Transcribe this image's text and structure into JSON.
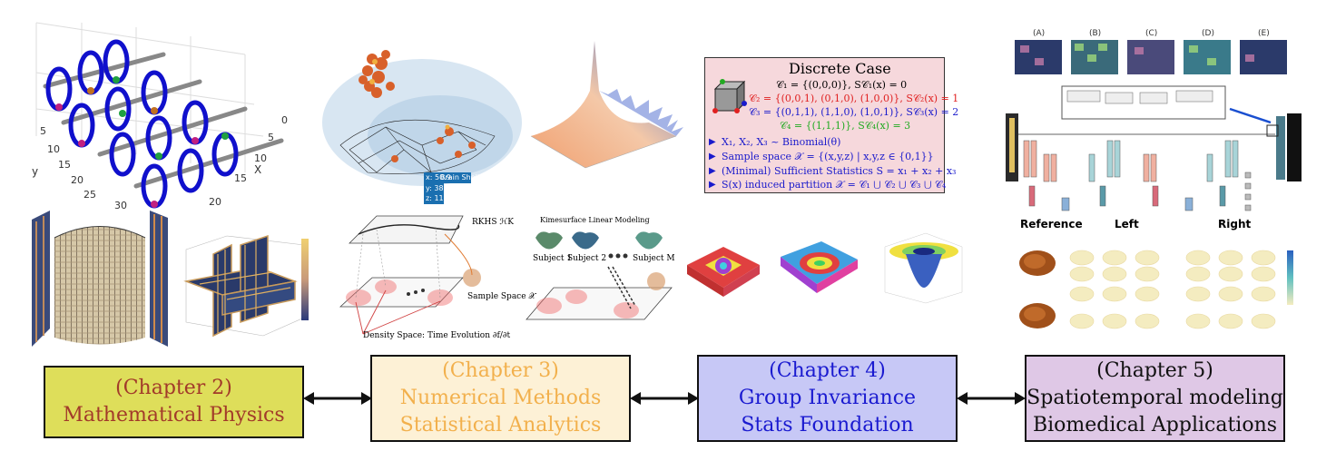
{
  "chapters": [
    {
      "line1": "(Chapter 2)",
      "line2": "Mathematical Physics",
      "line3": "",
      "bg": "#dede5a",
      "color": "#a23a2a"
    },
    {
      "line1": "(Chapter 3)",
      "line2": "Numerical Methods",
      "line3": "Statistical Analytics",
      "bg": "#fdf1d6",
      "color": "#f2b04c"
    },
    {
      "line1": "(Chapter 4)",
      "line2": "Group Invariance",
      "line3": "Stats Foundation",
      "bg": "#c7c8f6",
      "color": "#1a1ad0"
    },
    {
      "line1": "(Chapter 5)",
      "line2": "Spatiotemporal modeling",
      "line3": "Biomedical Applications",
      "bg": "#dfc8e6",
      "color": "#111111"
    }
  ],
  "panel1": {
    "xlabel": "X",
    "ylabel": "y",
    "yticks": [
      "5",
      "10",
      "15",
      "20",
      "25",
      "30"
    ],
    "xticks": [
      "0",
      "5",
      "10",
      "15",
      "20"
    ]
  },
  "panel2": {
    "tooltip": [
      "x: 50.9",
      "y: 38",
      "z: 11"
    ],
    "tooltip_title": "Brain Shell"
  },
  "discrete": {
    "title": "Discrete Case",
    "c1": "𝒞₁ = {(0,0,0)}, S𝒞₁(x) = 0",
    "c2": "𝒞₂ = {(0,0,1), (0,1,0), (1,0,0)}, S𝒞₂(x) = 1",
    "c3": "𝒞₃ = {(0,1,1), (1,1,0), (1,0,1)}, S𝒞₃(x) = 2",
    "c4": "𝒞₄ = {(1,1,1)}, S𝒞₄(x) = 3",
    "b1": "X₁, X₂, X₃ ~ Binomial(θ)",
    "b2": "Sample space 𝒳 = {(x,y,z) | x,y,z ∈ {0,1}}",
    "b3": "(Minimal) Sufficient Statistics S = x₁ + x₂ + x₃",
    "b4": "S(x) induced partition 𝒳 = 𝒞₁ ⋃ 𝒞₂ ⋃ 𝒞₃ ⋃ 𝒞₄",
    "c2color": "#e02020",
    "c3color": "#1a1acc",
    "c4color": "#22aa22"
  },
  "rkhs": {
    "rkhs_label": "RKHS ℋK",
    "sample_label": "Sample Space 𝒳",
    "density_label": "Density Space: Time Evolution ∂f/∂t"
  },
  "kime": {
    "title": "Kimesurface Linear Modeling",
    "s1": "Subject 1",
    "s2": "Subject 2",
    "sm": "Subject M"
  },
  "unet": {
    "labels": [
      "(A)",
      "(B)",
      "(C)",
      "(D)",
      "(E)"
    ]
  },
  "brain": {
    "reference": "Reference",
    "left": "Left",
    "right": "Right"
  }
}
